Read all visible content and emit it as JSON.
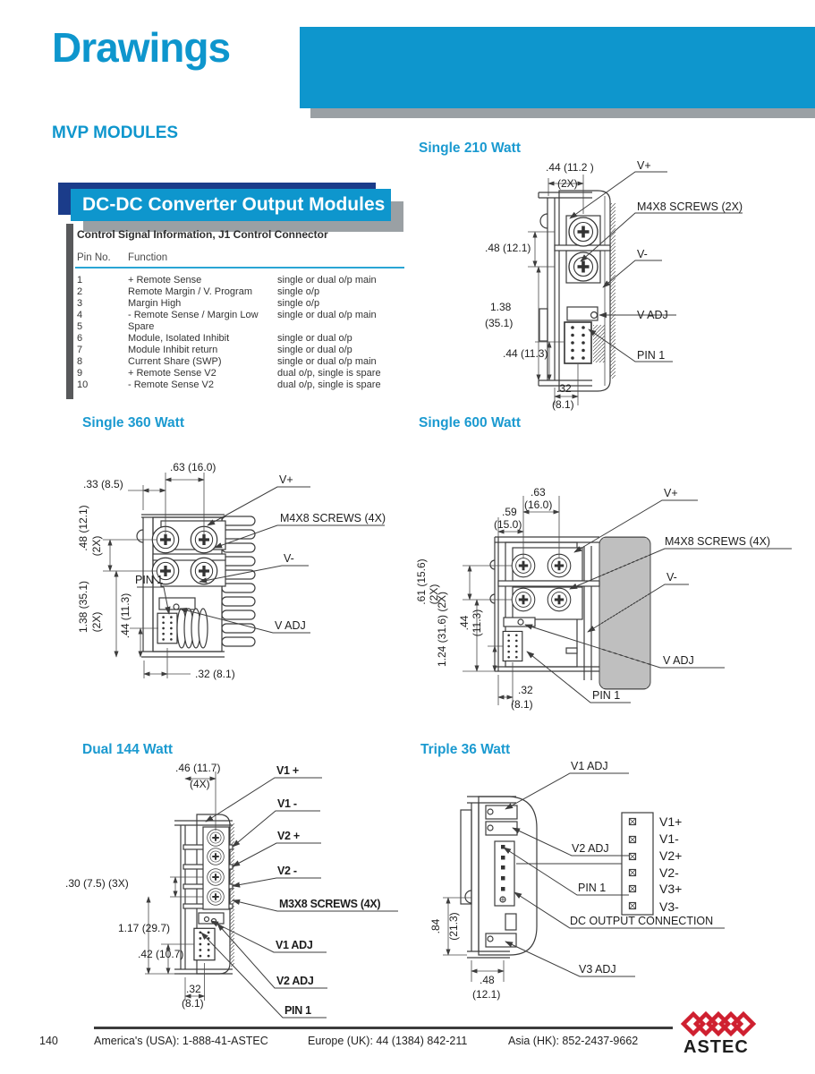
{
  "page": {
    "title": "Drawings",
    "section": "MVP MODULES",
    "banner": "DC-DC Converter Output Modules"
  },
  "table": {
    "title": "Control Signal Information, J1 Control Connector",
    "col_pin": "Pin No.",
    "col_fn": "Function",
    "rows": [
      {
        "pin": "1",
        "fn": "+ Remote Sense",
        "note": "single or dual o/p main"
      },
      {
        "pin": "2",
        "fn": "Remote Margin / V. Program",
        "note": "single o/p"
      },
      {
        "pin": "3",
        "fn": "Margin High",
        "note": "single o/p"
      },
      {
        "pin": "4",
        "fn": "- Remote Sense / Margin Low",
        "note": "single or dual o/p main"
      },
      {
        "pin": "5",
        "fn": "Spare",
        "note": ""
      },
      {
        "pin": "6",
        "fn": "Module, Isolated Inhibit",
        "note": "single or dual o/p"
      },
      {
        "pin": "7",
        "fn": "Module Inhibit return",
        "note": "single or dual o/p"
      },
      {
        "pin": "8",
        "fn": "Current Share (SWP)",
        "note": "single or dual o/p main"
      },
      {
        "pin": "9",
        "fn": "+ Remote Sense V2",
        "note": "dual o/p, single is spare"
      },
      {
        "pin": "10",
        "fn": "- Remote Sense V2",
        "note": "dual o/p, single is spare"
      }
    ]
  },
  "drawings": {
    "s210": {
      "title": "Single 210 Watt",
      "dim_top": ".44 (11.2 )",
      "dim_top2": "(2X)",
      "dim_48": ".48 (12.1)",
      "dim_138a": "1.38",
      "dim_138b": "(35.1)",
      "dim_44": ".44 (11.3)",
      "dim_32a": ".32",
      "dim_32b": "(8.1)",
      "vplus": "V+",
      "screws": "M4X8 SCREWS (2X)",
      "vminus": "V-",
      "vadj": "V ADJ",
      "pin1": "PIN 1"
    },
    "s360": {
      "title": "Single 360 Watt",
      "dim_63": ".63 (16.0)",
      "dim_33": ".33 (8.5)",
      "dim_48": ".48 (12.1)",
      "dim_48x": "(2X)",
      "dim_138": "1.38 (35.1)",
      "dim_138x": "(2X)",
      "dim_44": ".44 (11.3)",
      "dim_32": ".32 (8.1)",
      "vplus": "V+",
      "screws": "M4X8 SCREWS (4X)",
      "vminus": "V-",
      "vadj": "V ADJ",
      "pin1": "PIN 1"
    },
    "s600": {
      "title": "Single 600 Watt",
      "dim_63a": ".63",
      "dim_63b": "(16.0)",
      "dim_59a": ".59",
      "dim_59b": "(15.0)",
      "dim_61": ".61 (15.6)",
      "dim_61x": "(2X)",
      "dim_124": "1.24 (31.6) (2X)",
      "dim_44a": ".44",
      "dim_44b": "(11.3)",
      "dim_32a": ".32",
      "dim_32b": "(8.1)",
      "vplus": "V+",
      "screws": "M4X8 SCREWS (4X)",
      "vminus": "V-",
      "vadj": "V ADJ",
      "pin1": "PIN 1"
    },
    "d144": {
      "title": "Dual 144 Watt",
      "dim_46": ".46 (11.7)",
      "dim_46x": "(4X)",
      "dim_30": ".30 (7.5)  (3X)",
      "dim_117": "1.17 (29.7)",
      "dim_42": ".42 (10.7)",
      "dim_32a": ".32",
      "dim_32b": "(8.1)",
      "v1p": "V1 +",
      "v1m": "V1 -",
      "v2p": "V2 +",
      "v2m": "V2 -",
      "screws": "M3X8 SCREWS (4X)",
      "v1adj": "V1 ADJ",
      "v2adj": "V2 ADJ",
      "pin1": "PIN 1"
    },
    "t36": {
      "title": "Triple 36 Watt",
      "v1adj": "V1 ADJ",
      "v2adj": "V2 ADJ",
      "pin1": "PIN 1",
      "dc": "DC OUTPUT CONNECTION",
      "v3adj": "V3 ADJ",
      "dim_84a": ".84",
      "dim_84b": "(21.3)",
      "dim_48a": ".48",
      "dim_48b": "(12.1)",
      "pins": [
        "V1+",
        "V1-",
        "V2+",
        "V2-",
        "V3+",
        "V3-"
      ]
    }
  },
  "footer": {
    "page_number": "140",
    "americas": "America's (USA): 1-888-41-ASTEC",
    "europe": "Europe (UK): 44 (1384) 842-211",
    "asia": "Asia (HK): 852-2437-9662",
    "logo": "ASTEC"
  }
}
